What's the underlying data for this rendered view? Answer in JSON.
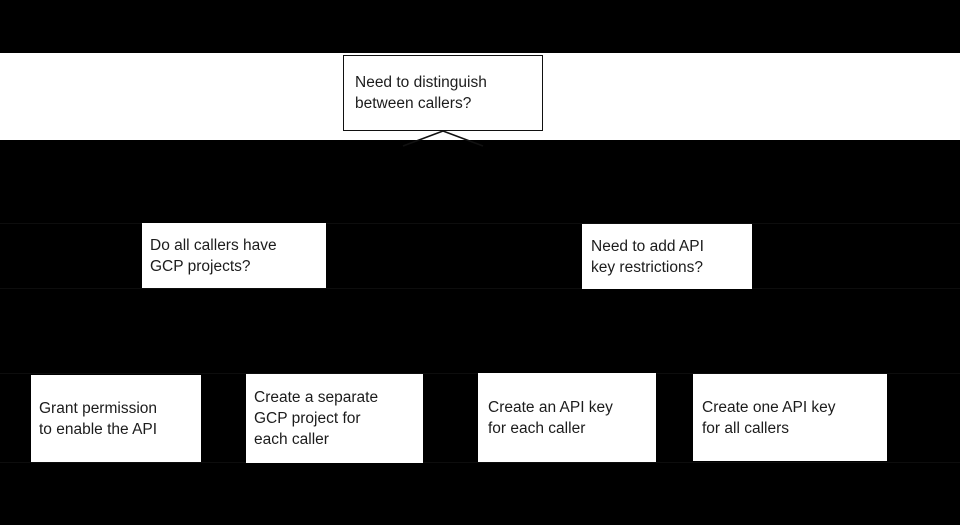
{
  "canvas": {
    "background": "#000000",
    "band_color": "#ffffff",
    "node_fill": "#ffffff",
    "text_color": "#1c1c1c",
    "line_color": "#111111"
  },
  "flowchart": {
    "nodes": {
      "root": {
        "lines": [
          "Need to distinguish",
          "between callers?"
        ]
      },
      "gcp": {
        "lines": [
          "Do all callers have",
          "GCP projects?"
        ]
      },
      "restrict": {
        "lines": [
          "Need to add API",
          "key restrictions?"
        ]
      },
      "grant": {
        "lines": [
          "Grant permission",
          "to enable the API"
        ]
      },
      "separate": {
        "lines": [
          "Create a separate",
          "GCP project for",
          "each caller"
        ]
      },
      "key_each": {
        "lines": [
          "Create an API key",
          "for each caller"
        ]
      },
      "key_all": {
        "lines": [
          "Create one API key",
          "for all callers"
        ]
      }
    }
  }
}
